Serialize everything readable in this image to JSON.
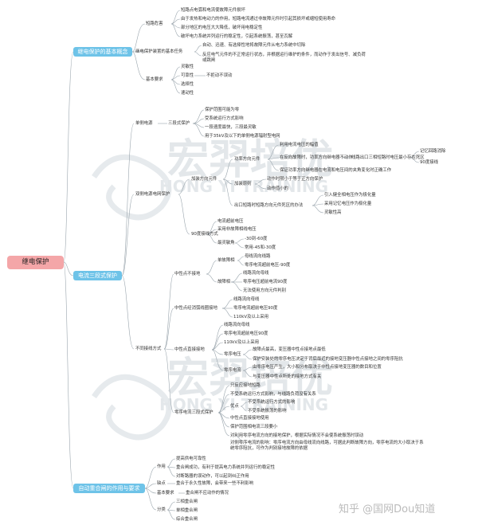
{
  "root": "继电保护",
  "watermark": {
    "brand": "宏羿培优",
    "sub1": "HONG YI TRAINING",
    "sub2": "HONG YI TRAINING"
  },
  "footer": "知乎 @国网Dou知道",
  "topics": {
    "basic": "继电保护的基本概念",
    "three": "电流三段式保护",
    "reclose": "自动重合闸的作用与要求"
  },
  "basic": {
    "l1": [
      "短路危害",
      "继电保护装置的基本任务",
      "基本要求"
    ],
    "harm": [
      "短路点电弧和电流使故障元件损坏",
      "由于发热和电动力的作用，短路电流通过非故障元件时引起其损坏或缩短使用寿命",
      "部分地区的电压大大降低，破坏用电稳定性",
      "破坏电力系统并列运行的稳定性，引起系统振荡，甚至瓦解"
    ],
    "task": [
      "自动、迅速、有选择性地将故障元件从电力系统中切除",
      "反应电气元件的不正常运行状态，并根据运行维护的条件，而动作于发出信号、减负荷或跳闸"
    ],
    "req": [
      "灵敏性",
      "可靠性",
      "选择性",
      "速动性"
    ],
    "req_note": "不拒动不误动"
  },
  "three": {
    "l1": [
      "单侧电源",
      "双侧电源电网保护",
      "不同接线方式"
    ],
    "single": "三段式保护",
    "single_items": [
      "保护范围可能为零",
      "受系统运行方式影响",
      "一段速度最快，三段最灵敏",
      "用于35kV及以下的单侧电源辐射型电网"
    ],
    "dir": "加装方向元件",
    "dir_items": [
      "功率方向元件",
      "加装原则",
      "出口短路时短路方向元件死区的办法",
      "90度接线方式"
    ],
    "power": [
      "利用电流电压的幅值",
      "在反向故障时，功率方向继电器不动作",
      "保证功率方向继电器在电流和电压间的夹角变化时正确工作"
    ],
    "power_mid": "线路出口三相短路时电压最小存在死区",
    "power_right": [
      "记忆回路消除",
      "90度接线"
    ],
    "principle": [
      "动作时限小于等于正方向保护",
      "动作值小的"
    ],
    "dead": [
      "引入健全相电压作为极化量",
      "采用记忆电压作为极化量",
      "灵敏性高"
    ],
    "ninety": [
      "电流超前电压",
      "采用非故障相线电压"
    ],
    "angle_label": "最灵敏角",
    "angle": [
      "-30到-60度",
      "常用-45和-30度"
    ],
    "mode": [
      "中性点不接地",
      "中性点经消弧线圈接地",
      "中性点直接接地",
      "零序电流三段式保护"
    ],
    "ng": [
      "单故障相",
      "故障相"
    ],
    "ng_single": [
      "母线流向线路",
      "零序电流超前电压-90度"
    ],
    "ng_fault": [
      "线路流向母线",
      "零序电压超前电流90度",
      "无法使用方向元件判别"
    ],
    "arc": [
      "线路流向母线",
      "零序电流超前电压90度",
      "110kV及以上采用"
    ],
    "direct": [
      "线路流向母线",
      "零序电流超前电压90度",
      "110kV及以上采用"
    ],
    "zs": [
      "零序电压",
      "零序电流"
    ],
    "zv": [
      "故障点最高，变压器中性点接地点最低",
      "保护安装处的零序电压决定于背后最近的接地变压器中性点接地之间的零序阻抗"
    ],
    "zi": [
      "由零序电压产生，大小和分布取决于中性点接地变压器的数目和位置",
      "与变压器中性点所处的接地方式有关"
    ],
    "zero": [
      "只反应接地短路",
      "不受系统运行方式影响，与线路负荷没有关系",
      "优点",
      "中性点直接接地使用",
      "保护范围相电流三段要小",
      "对利用零序电流方向的接地保护，根据实际情况不会使系统振荡时误动"
    ],
    "zero_adv": [
      "不受系统运行方式的影响",
      "不受系统振荡的影响"
    ],
    "zero_long": "对侧零序电流的影响：零序电流方向由母线流向线路，可据此判断故障方向，零序电流的大小取决于系统零序阻抗，可作为判别接地故障的依据"
  },
  "reclose": {
    "l1": [
      "作用",
      "缺点",
      "基本要求",
      "分类"
    ],
    "effect": [
      "提高供电可靠性",
      "重合闸成功，有利于提高电力系统并列运行的稳定性",
      "对断路器的误动作，可以起到纠正作用"
    ],
    "defect": "重合于永久性故障，会带来一些不利影响",
    "req": "重合闸不应动作的情况",
    "cls": [
      "三相重合闸",
      "单相重合闸",
      "综合重合闸"
    ]
  }
}
